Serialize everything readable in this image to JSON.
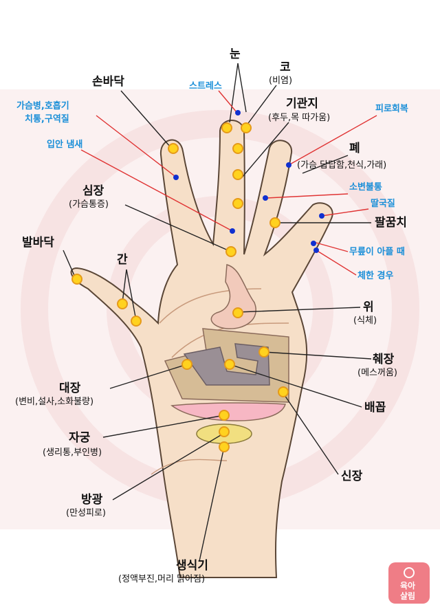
{
  "colors": {
    "skin": "#f6dfc8",
    "skin_shadow": "#e7bfa0",
    "outline": "#5a4636",
    "point_yellow": "#ffd21f",
    "point_ring": "#e59a1a",
    "point_blue": "#1030d0",
    "leader_black": "#222222",
    "leader_red": "#e03333",
    "label_blue": "#1a8fd8",
    "stomach": "#f2cabb",
    "pancreas": "#d6bc96",
    "colon": "#9a8f95",
    "uterus": "#f7b7c4",
    "bladder": "#f1df80",
    "watermark": "#f7e3e3",
    "logo": "#ef7d86"
  },
  "labels": {
    "eye": "눈",
    "nose": "코",
    "nose_sub": "(비염)",
    "bronchi": "기관지",
    "bronchi_sub": "(후두,목 따가움)",
    "palm": "손바닥",
    "stress": "스트레스",
    "chest_pain_l1": "가슴병,호흡기",
    "chest_pain_l2": "치통,구역질",
    "fatigue": "피로회복",
    "lung": "폐",
    "lung_sub": "(가슴 답답함,천식,가래)",
    "mouth_ulcer": "입안 냄새",
    "heart": "심장",
    "heart_sub": "(가슴통증)",
    "urination": "소변불통",
    "hiccup": "딸국질",
    "elbow": "팔꿈치",
    "sole": "발바닥",
    "liver": "간",
    "knee": "무릎이 아플 때",
    "indigestion": "체한 경우",
    "stomach": "위",
    "stomach_sub": "(식체)",
    "pancreas": "췌장",
    "pancreas_sub": "(메스꺼움)",
    "colon": "대장",
    "colon_sub": "(변비,설사,소화불량)",
    "navel": "배꼽",
    "uterus": "자궁",
    "uterus_sub": "(생리통,부인병)",
    "kidney": "신장",
    "bladder": "방광",
    "bladder_sub": "(만성피로)",
    "genital": "생식기",
    "genital_sub": "(정액부진,머리 맑아짐)"
  },
  "logo": {
    "line1": "육아",
    "line2": "살림"
  }
}
